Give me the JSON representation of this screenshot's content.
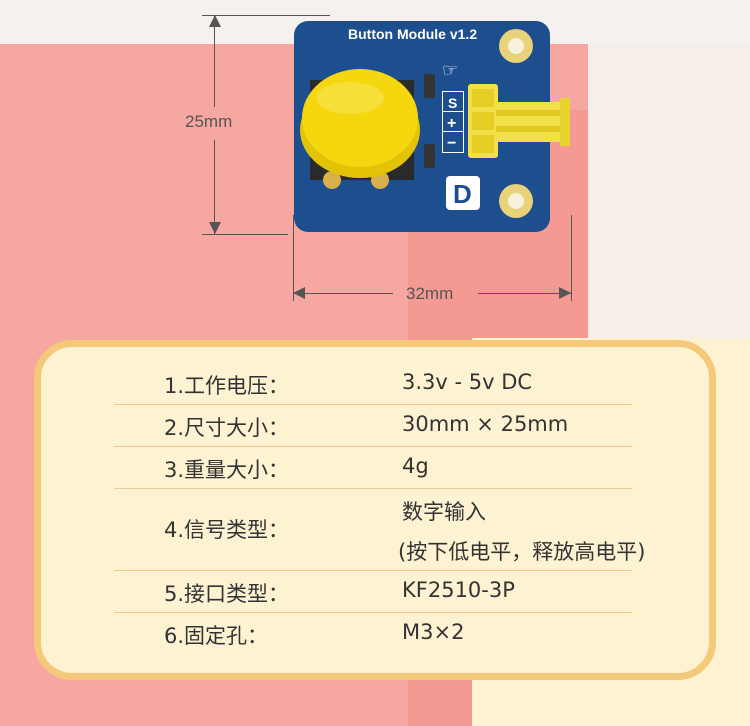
{
  "board": {
    "title": "Button Module v1.2",
    "pins": [
      "S",
      "+",
      "−"
    ],
    "logo_letter": "D",
    "height_label": "25mm",
    "width_label": "32mm"
  },
  "specs": [
    {
      "label": "1.工作电压：",
      "value": "3.3v - 5v DC"
    },
    {
      "label": "2.尺寸大小：",
      "value": "30mm × 25mm"
    },
    {
      "label": "3.重量大小：",
      "value": "4g"
    },
    {
      "label": "4.信号类型：",
      "value": "数字输入",
      "value2": "(按下低电平，释放高电平)"
    },
    {
      "label": "5.接口类型：",
      "value": "KF2510-3P"
    },
    {
      "label": "6.固定孔：",
      "value": "M3×2"
    }
  ],
  "colors": {
    "board": "#1d4f8f",
    "button": "#f5d40c",
    "panel_border": "#f5c97a",
    "panel_fill": "#fdf2d2"
  }
}
